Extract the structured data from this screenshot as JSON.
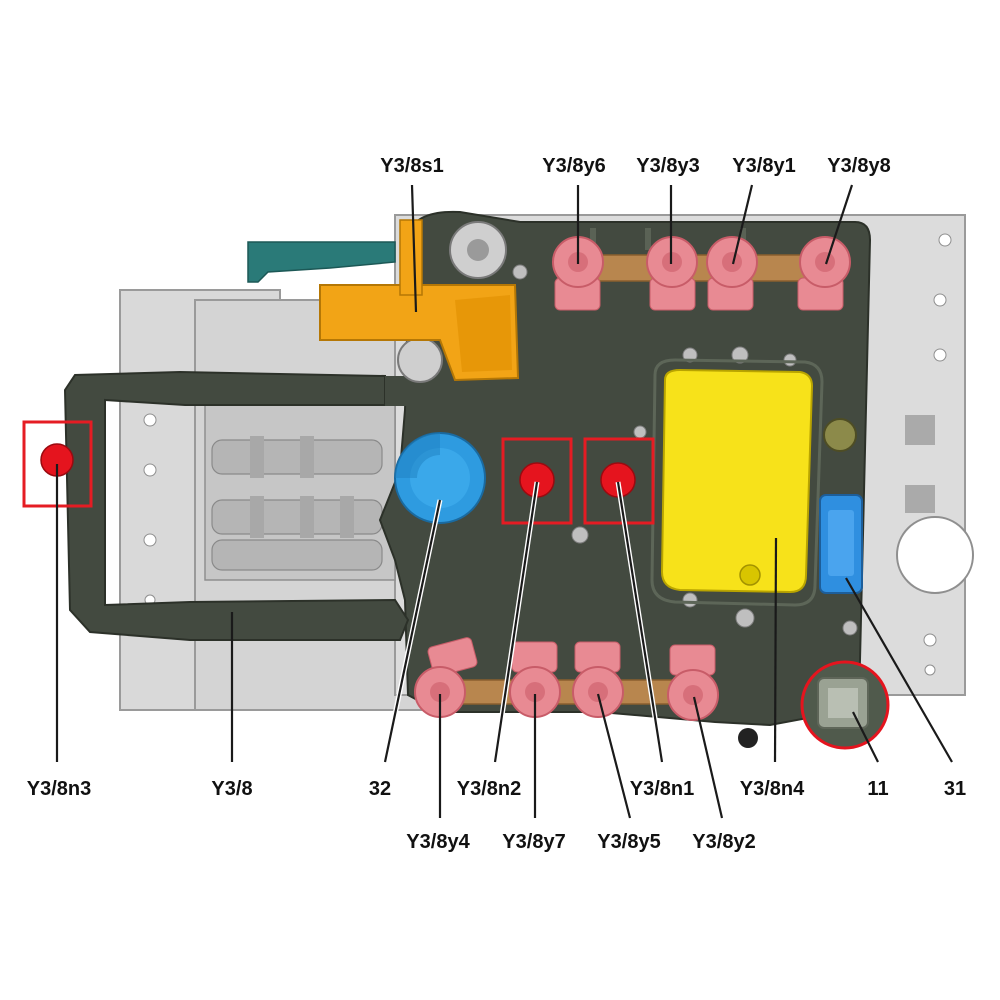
{
  "colors": {
    "background": "#ffffff",
    "plate": "#d9d9d9",
    "plate_edge": "#9a9a9a",
    "board": "#434a40",
    "board_edge": "#2c3129",
    "solenoid": "#e88a93",
    "solenoid_dark": "#c85c68",
    "strip": "#b8864e",
    "orange_part": "#f2a416",
    "yellow_part": "#f7e21a",
    "blue_sensor": "#2e9be0",
    "blue_part": "#2f8fe0",
    "red_sensor": "#e5141e",
    "highlight_box": "#e51c23",
    "teal_part": "#2a7a78"
  },
  "labels": {
    "y3_8s1": "Y3/8s1",
    "y3_8y6": "Y3/8y6",
    "y3_8y3": "Y3/8y3",
    "y3_8y1": "Y3/8y1",
    "y3_8y8": "Y3/8y8",
    "y3_8n3": "Y3/8n3",
    "y3_8": "Y3/8",
    "n32": "32",
    "y3_8n2": "Y3/8n2",
    "y3_8n1": "Y3/8n1",
    "y3_8n4": "Y3/8n4",
    "n11": "11",
    "n31": "31",
    "y3_8y4": "Y3/8y4",
    "y3_8y7": "Y3/8y7",
    "y3_8y5": "Y3/8y5",
    "y3_8y2": "Y3/8y2"
  },
  "icons": [
    "speed-sensor-icon",
    "pressure-sensor-icon",
    "solenoid-valve-icon",
    "connector-plug-icon"
  ]
}
